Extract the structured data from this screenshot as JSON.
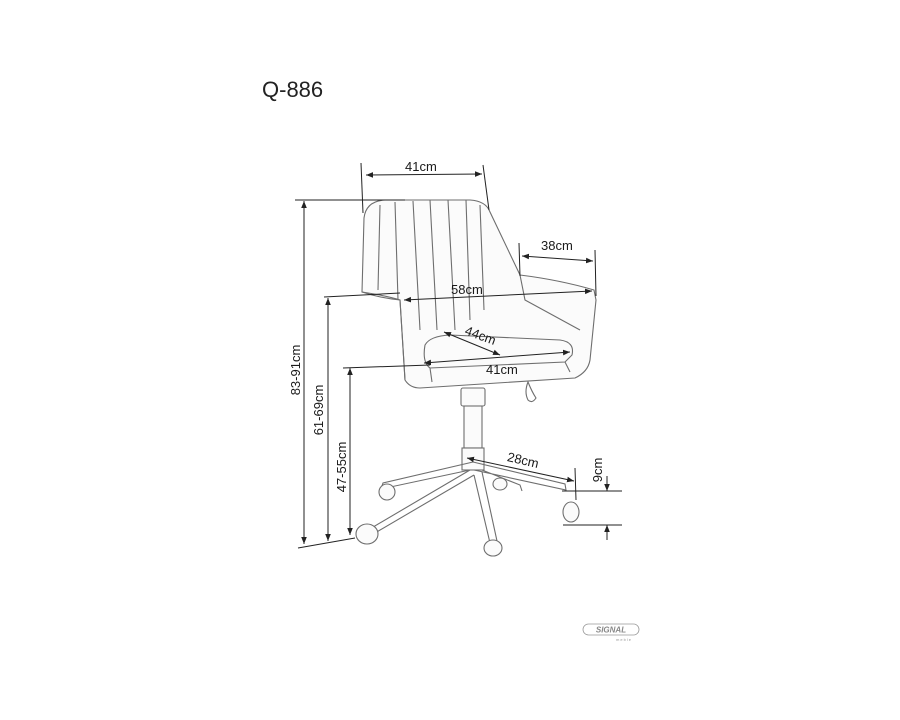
{
  "title": "Q-886",
  "dimensions": {
    "backrest_width": "41cm",
    "armrest_depth": "38cm",
    "overall_width": "58cm",
    "seat_depth": "44cm",
    "seat_width": "41cm",
    "base_radius": "28cm",
    "caster_height": "9cm",
    "total_height": "83-91cm",
    "armrest_height": "61-69cm",
    "seat_height": "47-55cm"
  },
  "logo": {
    "brand": "SIGNAL",
    "sub": "meble"
  }
}
